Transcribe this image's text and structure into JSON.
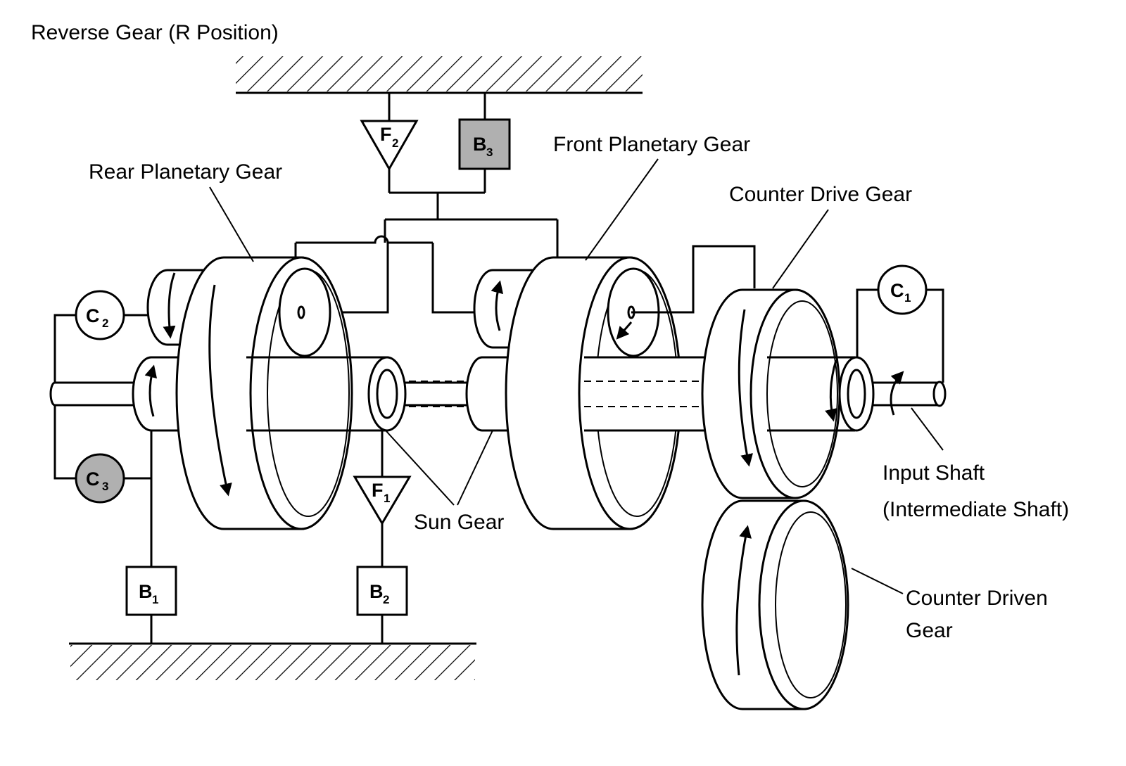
{
  "title": "Reverse Gear (R Position)",
  "labels": {
    "rear_planetary": "Rear Planetary Gear",
    "front_planetary": "Front Planetary Gear",
    "counter_drive": "Counter Drive Gear",
    "sun_gear": "Sun Gear",
    "input_shaft_line1": "Input Shaft",
    "input_shaft_line2": "(Intermediate Shaft)",
    "counter_driven_line1": "Counter Driven",
    "counter_driven_line2": "Gear"
  },
  "components": {
    "F2": {
      "letter": "F",
      "sub": "2",
      "state": "free"
    },
    "B3": {
      "letter": "B",
      "sub": "3",
      "state": "applied"
    },
    "C2": {
      "letter": "C",
      "sub": "2",
      "state": "released"
    },
    "C3": {
      "letter": "C",
      "sub": "3",
      "state": "applied"
    },
    "C1": {
      "letter": "C",
      "sub": "1",
      "state": "released"
    },
    "B1": {
      "letter": "B",
      "sub": "1",
      "state": "released"
    },
    "B2": {
      "letter": "B",
      "sub": "2",
      "state": "released"
    },
    "F1": {
      "letter": "F",
      "sub": "1",
      "state": "free"
    }
  },
  "colors": {
    "applied_fill": "#b0b0b0",
    "line": "#000000",
    "background": "#ffffff"
  }
}
